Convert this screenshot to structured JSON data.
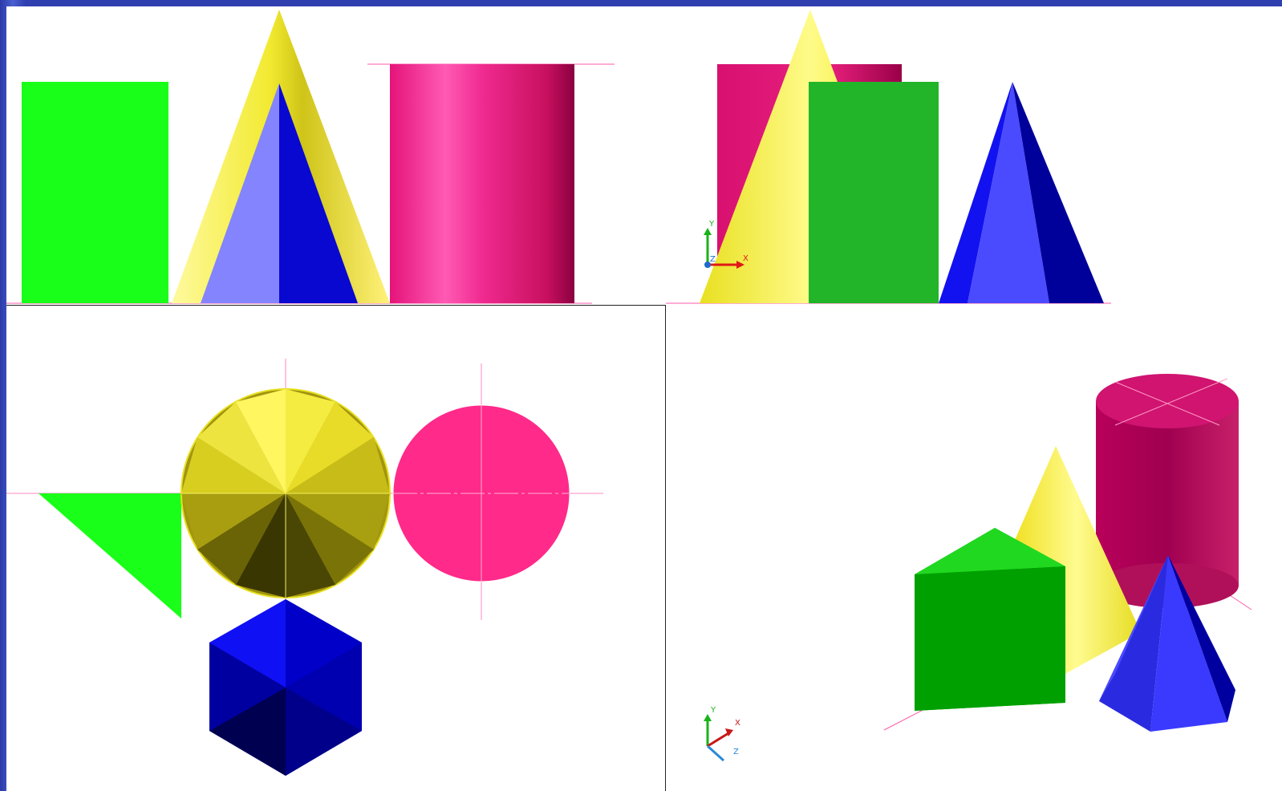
{
  "viewports": [
    {
      "id": "front",
      "view": "front"
    },
    {
      "id": "right",
      "view": "left-side"
    },
    {
      "id": "top",
      "view": "top"
    },
    {
      "id": "iso",
      "view": "isometric"
    }
  ],
  "ucs_icon": {
    "x_label": "X",
    "y_label": "Y",
    "z_label": "Z"
  },
  "colors": {
    "background": "#3646b8",
    "prism_green": "#1aff1a",
    "prism_dark_green": "#22b52a",
    "cone_yellow": "#f5f03a",
    "cylinder_magenta": "#e0157a",
    "pyramid_blue": "#1010d8",
    "pyramid_light_blue": "#8a8aff",
    "centerline": "#ff5aa8"
  }
}
